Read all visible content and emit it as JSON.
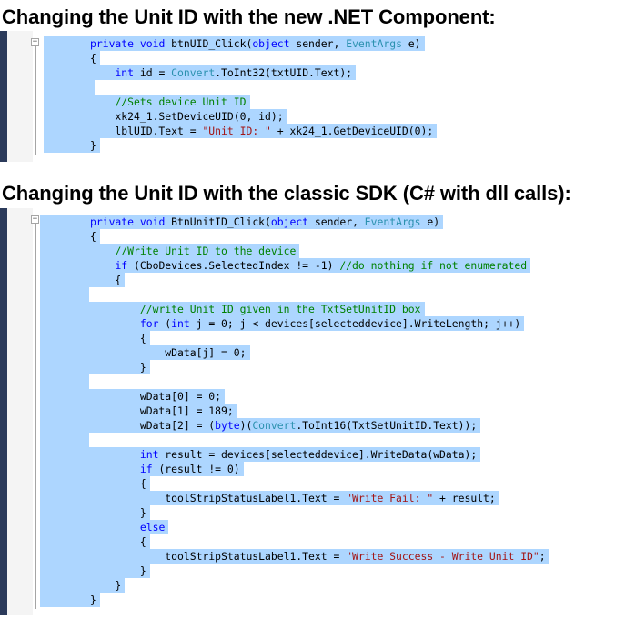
{
  "section1": {
    "heading": "Changing the Unit ID with the new .NET Component:",
    "lines": [
      [
        [
          "kw",
          "private"
        ],
        [
          "t",
          " "
        ],
        [
          "kw",
          "void"
        ],
        [
          "t",
          " btnUID_Click("
        ],
        [
          "kw",
          "object"
        ],
        [
          "t",
          " sender, "
        ],
        [
          "ty",
          "EventArgs"
        ],
        [
          "t",
          " e)"
        ]
      ],
      [
        [
          "t",
          "{"
        ]
      ],
      [
        [
          "t",
          "    "
        ],
        [
          "kw",
          "int"
        ],
        [
          "t",
          " id = "
        ],
        [
          "ty",
          "Convert"
        ],
        [
          "t",
          ".ToInt32(txtUID.Text);"
        ]
      ],
      [],
      [
        [
          "t",
          "    "
        ],
        [
          "cm",
          "//Sets device Unit ID"
        ]
      ],
      [
        [
          "t",
          "    xk24_1.SetDeviceUID(0, id);"
        ]
      ],
      [
        [
          "t",
          "    lblUID.Text = "
        ],
        [
          "st",
          "\"Unit ID: \""
        ],
        [
          "t",
          " + xk24_1.GetDeviceUID(0);"
        ]
      ],
      [
        [
          "t",
          "}"
        ]
      ]
    ]
  },
  "section2": {
    "heading": "Changing the Unit ID with the classic SDK (C# with dll calls):",
    "lines": [
      [
        [
          "kw",
          "private"
        ],
        [
          "t",
          " "
        ],
        [
          "kw",
          "void"
        ],
        [
          "t",
          " BtnUnitID_Click("
        ],
        [
          "kw",
          "object"
        ],
        [
          "t",
          " sender, "
        ],
        [
          "ty",
          "EventArgs"
        ],
        [
          "t",
          " e)"
        ]
      ],
      [
        [
          "t",
          "{"
        ]
      ],
      [
        [
          "t",
          "    "
        ],
        [
          "cm",
          "//Write Unit ID to the device"
        ]
      ],
      [
        [
          "t",
          "    "
        ],
        [
          "kw",
          "if"
        ],
        [
          "t",
          " (CboDevices.SelectedIndex != -1) "
        ],
        [
          "cm",
          "//do nothing if not enumerated"
        ]
      ],
      [
        [
          "t",
          "    {"
        ]
      ],
      [],
      [
        [
          "t",
          "        "
        ],
        [
          "cm",
          "//write Unit ID given in the TxtSetUnitID box"
        ]
      ],
      [
        [
          "t",
          "        "
        ],
        [
          "kw",
          "for"
        ],
        [
          "t",
          " ("
        ],
        [
          "kw",
          "int"
        ],
        [
          "t",
          " j = 0; j < devices[selecteddevice].WriteLength; j++)"
        ]
      ],
      [
        [
          "t",
          "        {"
        ]
      ],
      [
        [
          "t",
          "            wData[j] = 0;"
        ]
      ],
      [
        [
          "t",
          "        }"
        ]
      ],
      [],
      [
        [
          "t",
          "        wData[0] = 0;"
        ]
      ],
      [
        [
          "t",
          "        wData[1] = 189;"
        ]
      ],
      [
        [
          "t",
          "        wData[2] = ("
        ],
        [
          "kw",
          "byte"
        ],
        [
          "t",
          ")("
        ],
        [
          "ty",
          "Convert"
        ],
        [
          "t",
          ".ToInt16(TxtSetUnitID.Text));"
        ]
      ],
      [],
      [
        [
          "t",
          "        "
        ],
        [
          "kw",
          "int"
        ],
        [
          "t",
          " result = devices[selecteddevice].WriteData(wData);"
        ]
      ],
      [
        [
          "t",
          "        "
        ],
        [
          "kw",
          "if"
        ],
        [
          "t",
          " (result != 0)"
        ]
      ],
      [
        [
          "t",
          "        {"
        ]
      ],
      [
        [
          "t",
          "            toolStripStatusLabel1.Text = "
        ],
        [
          "st",
          "\"Write Fail: \""
        ],
        [
          "t",
          " + result;"
        ]
      ],
      [
        [
          "t",
          "        }"
        ]
      ],
      [
        [
          "t",
          "        "
        ],
        [
          "kw",
          "else"
        ]
      ],
      [
        [
          "t",
          "        {"
        ]
      ],
      [
        [
          "t",
          "            toolStripStatusLabel1.Text = "
        ],
        [
          "st",
          "\"Write Success - Write Unit ID\""
        ],
        [
          "t",
          ";"
        ]
      ],
      [
        [
          "t",
          "        }"
        ]
      ],
      [
        [
          "t",
          "    }"
        ]
      ],
      [
        [
          "t",
          "}"
        ]
      ]
    ]
  }
}
